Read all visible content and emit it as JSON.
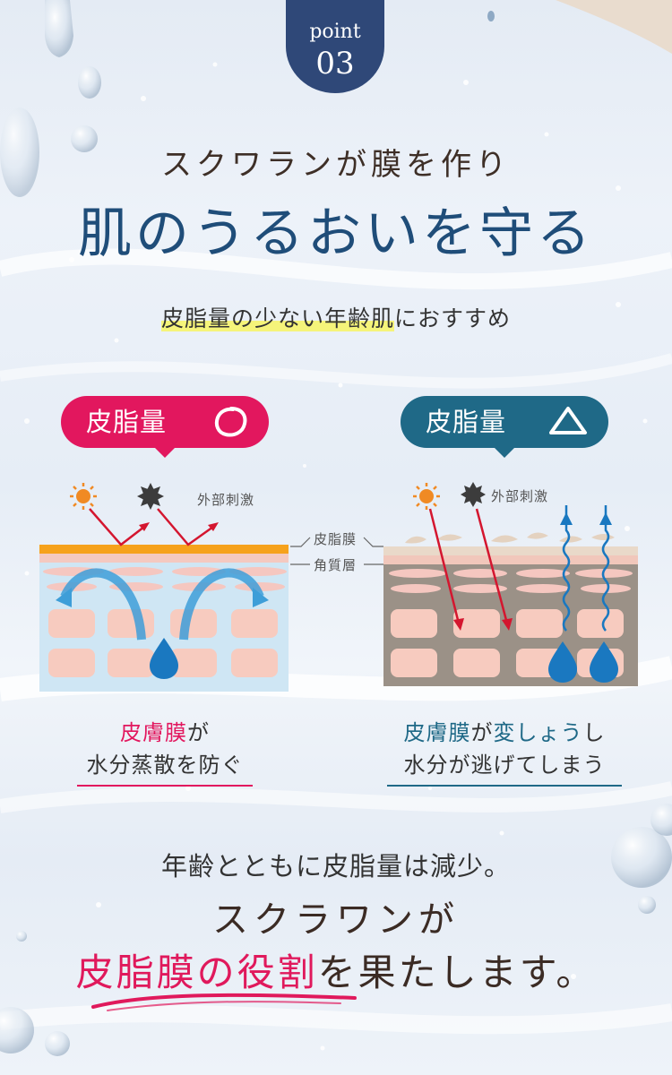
{
  "badge": {
    "word": "point",
    "number": "03"
  },
  "headline": {
    "line1": "スクワランが膜を作り",
    "line2": "肌のうるおいを守る"
  },
  "subheading": {
    "highlighted": "皮脂量の少ない年齢肌",
    "rest": "におすすめ"
  },
  "left_panel": {
    "pill_label": "皮脂量",
    "pill_icon": "circle-icon",
    "stimulus_label": "外部刺激",
    "caption": {
      "line1_accent": "皮膚膜",
      "line1_rest": "が",
      "line2": "水分蒸散を防ぐ"
    }
  },
  "right_panel": {
    "pill_label": "皮脂量",
    "pill_icon": "triangle-icon",
    "stimulus_label": "外部刺激",
    "caption": {
      "line1_accent": "皮膚膜",
      "line1_mid": "が",
      "line1_accent2": "変しょう",
      "line1_rest": "し",
      "line2": "水分が逃げてしまう"
    }
  },
  "center_labels": {
    "top": "皮脂膜",
    "bottom": "角質層"
  },
  "closing": {
    "line1": "年齢とともに皮脂量は減少。",
    "line2": "スクラワンが",
    "line3_accent": "皮脂膜の役割",
    "line3_rest": "を果たします。"
  },
  "colors": {
    "navy": "#2f4878",
    "pink": "#e2175e",
    "teal": "#1f6987",
    "highlight": "#f5f47a"
  }
}
